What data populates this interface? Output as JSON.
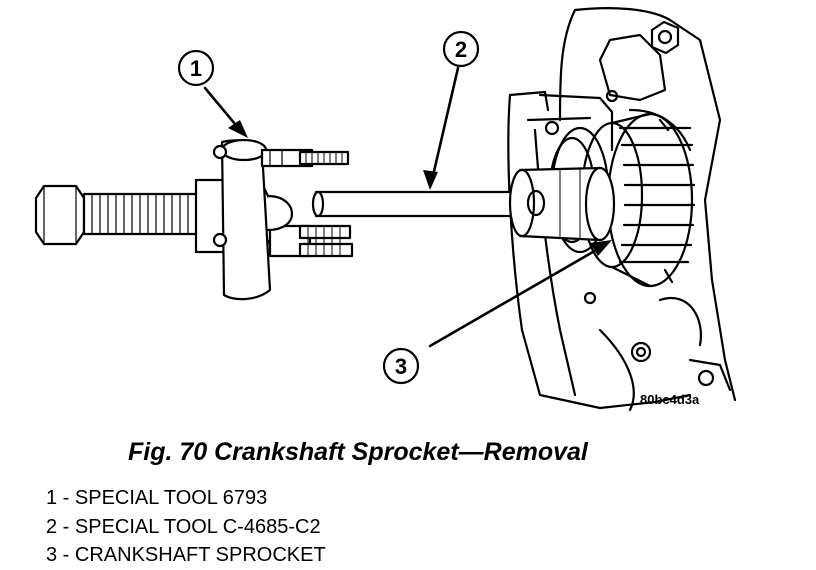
{
  "figure": {
    "image_code": "80bc4d3a",
    "callouts": [
      "1",
      "2",
      "3"
    ]
  },
  "caption": "Fig. 70 Crankshaft Sprocket—Removal",
  "legend": [
    "1 - SPECIAL TOOL 6793",
    "2 - SPECIAL TOOL C-4685-C2",
    "3 - CRANKSHAFT SPROCKET"
  ]
}
